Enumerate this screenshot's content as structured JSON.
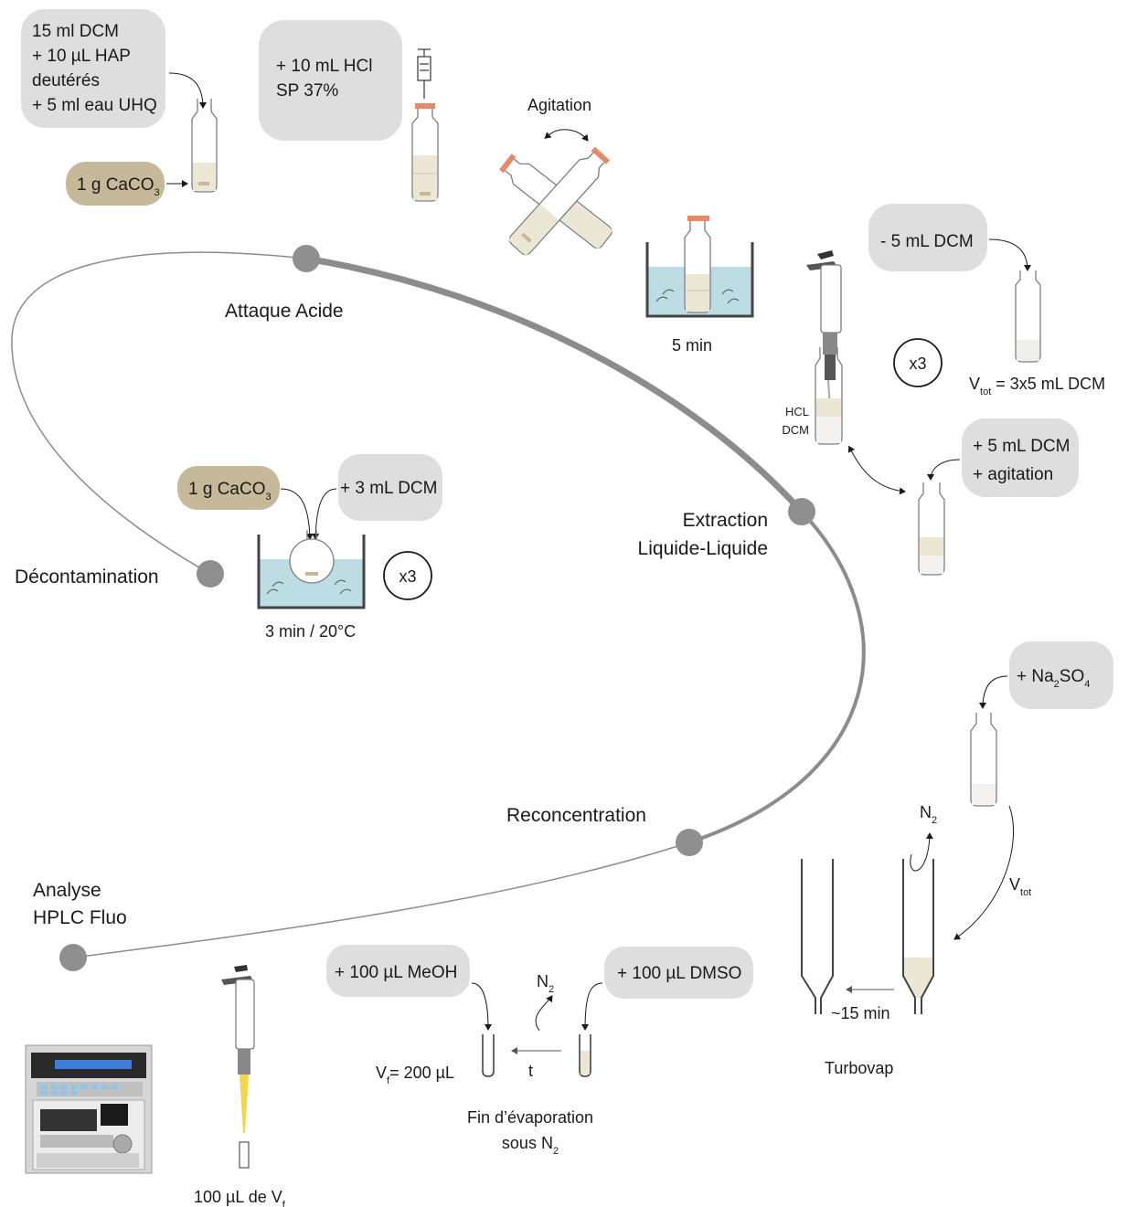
{
  "steps": {
    "attaque": "Attaque Acide",
    "extraction_1": "Extraction",
    "extraction_2": "Liquide-Liquide",
    "decontamination": "Décontamination",
    "reconcentration": "Reconcentration",
    "analyse_1": "Analyse",
    "analyse_2": "HPLC Fluo"
  },
  "attaque": {
    "box1_line1": "15 ml DCM",
    "box1_line2": "+ 10 µL HAP",
    "box1_line3": "deutérés",
    "box1_line4": "+ 5 ml eau UHQ",
    "caco3": "1 g CaCO",
    "caco3_sub": "3",
    "hcl_line1": "+ 10 mL  HCl",
    "hcl_line2": "SP 37%",
    "agitation": "Agitation",
    "bath_time": "5 min"
  },
  "extraction": {
    "remove_dcm": "- 5 mL DCM",
    "repeat": "x3",
    "vtot_label": "V",
    "vtot_sub": "tot",
    "vtot_value": " = 3x5 mL DCM",
    "hcl": "HCL",
    "dcm": "DCM",
    "add_line1": "+ 5 mL DCM",
    "add_line2": "+ agitation"
  },
  "decontamination": {
    "caco3": "1 g CaCO",
    "caco3_sub": "3",
    "dcm": "+ 3 mL DCM",
    "repeat": "x3",
    "conditions": "3 min / 20°C"
  },
  "reconcentration": {
    "na2so4_a": "+ Na",
    "na2so4_sub1": "2",
    "na2so4_b": "SO",
    "na2so4_sub2": "4",
    "n2": "N",
    "n2_sub": "2",
    "vtot": "V",
    "vtot_sub": "tot",
    "duration": "~15 min",
    "turbovap": "Turbovap",
    "meoh": "+ 100 µL MeOH",
    "dmso": "+ 100 µL DMSO",
    "t": "t",
    "vf": "V",
    "vf_sub": "f",
    "vf_value": "= 200 µL",
    "fin_line1": "Fin d’évaporation",
    "fin_line2": "sous N",
    "fin_sub": "2"
  },
  "analyse": {
    "inject": "100 µL de V",
    "inject_sub": "f"
  },
  "colors": {
    "path": "#8c8c8c",
    "node": "#8f8f8f",
    "box": "#dedede",
    "caco3_box": "#c5b99a",
    "water": "#bcdde3",
    "liquid": "#ece7d4",
    "cap": "#e8876a",
    "glass": "#7d7d7d"
  }
}
